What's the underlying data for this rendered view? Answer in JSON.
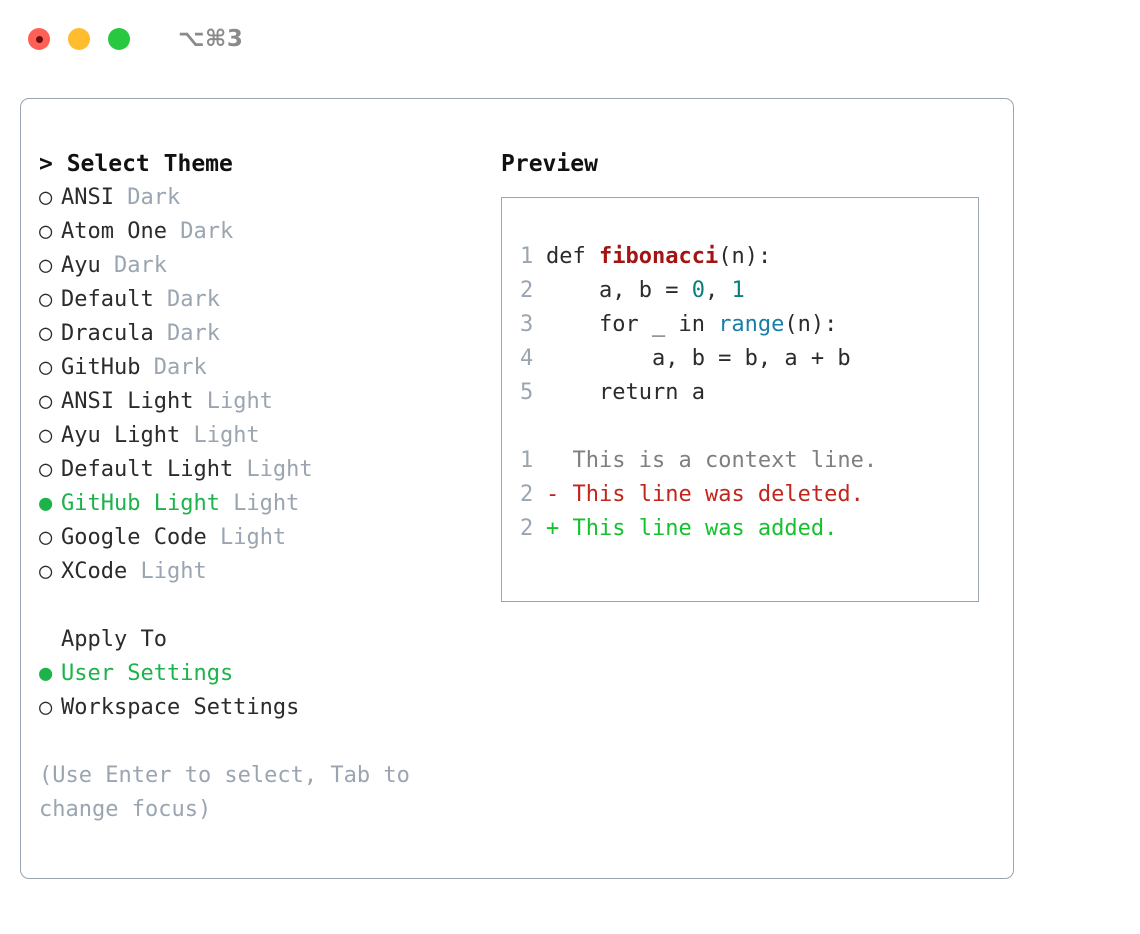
{
  "titlebar": {
    "shortcut": "⌥⌘3",
    "close_label": "close",
    "minimize_label": "minimize",
    "maximize_label": "maximize"
  },
  "theme_selector": {
    "heading": "> Select Theme",
    "bullet_selected": "●",
    "bullet_unselected": "○",
    "accent_color": "#1bb34a",
    "muted_color": "#9aa5b1",
    "items": [
      {
        "name": "ANSI",
        "variant": "Dark",
        "selected": false
      },
      {
        "name": "Atom One",
        "variant": "Dark",
        "selected": false
      },
      {
        "name": "Ayu",
        "variant": "Dark",
        "selected": false
      },
      {
        "name": "Default",
        "variant": "Dark",
        "selected": false
      },
      {
        "name": "Dracula",
        "variant": "Dark",
        "selected": false
      },
      {
        "name": "GitHub",
        "variant": "Dark",
        "selected": false
      },
      {
        "name": "ANSI Light",
        "variant": "Light",
        "selected": false
      },
      {
        "name": "Ayu Light",
        "variant": "Light",
        "selected": false
      },
      {
        "name": "Default Light",
        "variant": "Light",
        "selected": false
      },
      {
        "name": "GitHub Light",
        "variant": "Light",
        "selected": true
      },
      {
        "name": "Google Code",
        "variant": "Light",
        "selected": false
      },
      {
        "name": "XCode",
        "variant": "Light",
        "selected": false
      }
    ]
  },
  "apply_to": {
    "heading": "Apply To",
    "items": [
      {
        "label": "User Settings",
        "selected": true
      },
      {
        "label": "Workspace Settings",
        "selected": false
      }
    ]
  },
  "hint": "(Use Enter to select, Tab to change focus)",
  "preview": {
    "title": "Preview",
    "code_lines": [
      {
        "n": "1",
        "tokens": [
          {
            "t": "def ",
            "c": "tok-plain"
          },
          {
            "t": "fibonacci",
            "c": "tok-func"
          },
          {
            "t": "(n):",
            "c": "tok-plain"
          }
        ]
      },
      {
        "n": "2",
        "tokens": [
          {
            "t": "    a, b = ",
            "c": "tok-plain"
          },
          {
            "t": "0",
            "c": "tok-num"
          },
          {
            "t": ", ",
            "c": "tok-plain"
          },
          {
            "t": "1",
            "c": "tok-num"
          }
        ]
      },
      {
        "n": "3",
        "tokens": [
          {
            "t": "    for _ in ",
            "c": "tok-plain"
          },
          {
            "t": "range",
            "c": "tok-call"
          },
          {
            "t": "(n):",
            "c": "tok-plain"
          }
        ]
      },
      {
        "n": "4",
        "tokens": [
          {
            "t": "        a, b = b, a + b",
            "c": "tok-plain"
          }
        ]
      },
      {
        "n": "5",
        "tokens": [
          {
            "t": "    return a",
            "c": "tok-plain"
          }
        ]
      }
    ],
    "diff_lines": [
      {
        "n": "1",
        "marker": "  ",
        "text": "This is a context line.",
        "cls": "diff-ctx"
      },
      {
        "n": "2",
        "marker": "- ",
        "text": "This line was deleted.",
        "cls": "diff-del"
      },
      {
        "n": "2",
        "marker": "+ ",
        "text": "This line was added.",
        "cls": "diff-add"
      }
    ]
  }
}
